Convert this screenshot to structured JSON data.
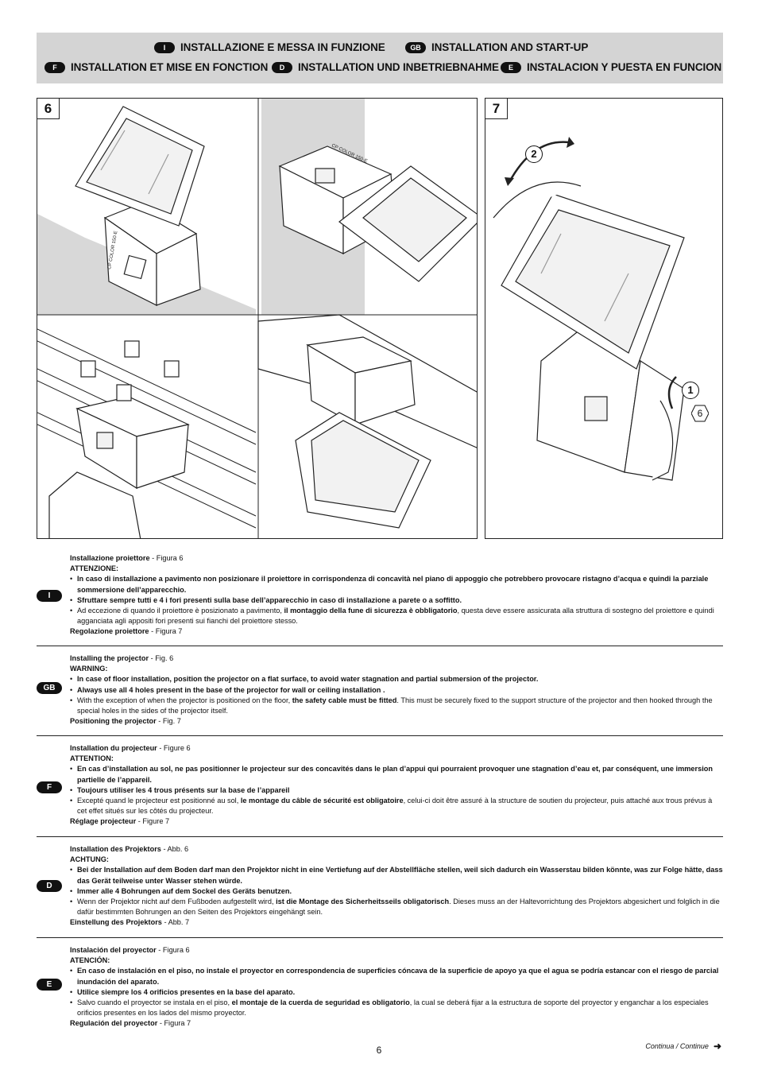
{
  "header": {
    "items": [
      {
        "badge": "I",
        "title": "INSTALLAZIONE E MESSA IN FUNZIONE"
      },
      {
        "badge": "GB",
        "title": "INSTALLATION AND START-UP"
      },
      {
        "badge": "F",
        "title": "INSTALLATION ET MISE EN FONCTION"
      },
      {
        "badge": "D",
        "title": "INSTALLATION UND INBETRIEBNAHME"
      },
      {
        "badge": "E",
        "title": "INSTALACION Y PUESTA EN FUNCION"
      }
    ]
  },
  "figures": {
    "fig6": {
      "number": "6"
    },
    "fig7": {
      "number": "7"
    },
    "panel_label": "CP COLOR 150-E",
    "callouts": [
      "2",
      "1",
      "6"
    ]
  },
  "sections": [
    {
      "lang": "I",
      "title_bold": "Installazione proiettore",
      "title_rest": " - Figura 6",
      "warning": "ATTENZIONE:",
      "bullet1": "In caso di installazione a pavimento non posizionare il proiettore in corrispondenza di concavità nel piano di appoggio che potrebbero provocare ristagno d’acqua e quindi la parziale sommersione dell’apparecchio.",
      "bullet2": "Sfruttare sempre tutti e 4 i fori presenti sulla base dell’apparecchio in caso di installazione a parete o a soffitto.",
      "bullet3_pre": "Ad eccezione di quando il proiettore è posizionato a pavimento, ",
      "bullet3_bold": "il montaggio della fune di sicurezza è obbligatorio",
      "bullet3_post": ", questa deve essere assicurata alla struttura di sostegno del proiettore e quindi agganciata agli appositi fori presenti sui fianchi del proiettore stesso.",
      "footer_bold": "Regolazione proiettore",
      "footer_rest": " - Figura 7"
    },
    {
      "lang": "GB",
      "title_bold": "Installing the projector",
      "title_rest": " - Fig. 6",
      "warning": "WARNING:",
      "bullet1": "In case of floor installation, position the projector on a flat surface, to avoid water stagnation and partial submersion of the projector.",
      "bullet2": "Always use all 4 holes present in the base of the projector for wall or ceiling installation .",
      "bullet3_pre": "With the exception of when the projector is positioned on the floor, ",
      "bullet3_bold": "the safety cable must be fitted",
      "bullet3_post": ". This must be securely fixed to the support structure of the projector and then hooked through the special holes in the sides of the projector itself.",
      "footer_bold": "Positioning the projector",
      "footer_rest": " - Fig. 7"
    },
    {
      "lang": "F",
      "title_bold": "Installation du projecteur",
      "title_rest": " - Figure 6",
      "warning": "ATTENTION:",
      "bullet1": "En cas d’installation au sol, ne pas positionner le projecteur sur des concavités dans le plan d’appui qui pourraient provoquer une stagnation d’eau et, par conséquent, une immersion partielle de l’appareil.",
      "bullet2": "Toujours utiliser les 4 trous présents sur la base de l’appareil",
      "bullet3_pre": "Excepté quand le projecteur est positionné au sol, ",
      "bullet3_bold": "le montage du câble de sécurité est obligatoire",
      "bullet3_post": ", celui-ci doit être assuré à la structure de soutien du projecteur, puis attaché aux trous prévus à cet effet situés sur les côtés du projecteur.",
      "footer_bold": "Réglage projecteur",
      "footer_rest": " - Figure 7"
    },
    {
      "lang": "D",
      "title_bold": "Installation des Projektors",
      "title_rest": " - Abb. 6",
      "warning": "ACHTUNG:",
      "bullet1": "Bei der Installation auf dem Boden darf man den Projektor nicht in eine Vertiefung auf der Abstellfläche stellen, weil sich dadurch ein Wasserstau bilden könnte, was zur Folge hätte, dass das Gerät teilweise unter Wasser stehen würde.",
      "bullet2": "Immer alle 4 Bohrungen auf dem Sockel des Geräts benutzen.",
      "bullet3_pre": "Wenn der Projektor nicht auf dem Fußboden aufgestellt wird, ",
      "bullet3_bold": "ist die Montage des Sicherheitsseils obligatorisch",
      "bullet3_post": ". Dieses muss an der Haltevorrichtung des Projektors abgesichert und folglich in die dafür bestimmten Bohrungen an den Seiten des Projektors eingehängt sein.",
      "footer_bold": "Einstellung des Projektors",
      "footer_rest": " - Abb. 7"
    },
    {
      "lang": "E",
      "title_bold": "Instalación del proyector",
      "title_rest": " - Figura 6",
      "warning": "ATENCIÓN:",
      "bullet1": "En caso de instalación en el piso, no instale el proyector en correspondencia de superficies cóncava de la superficie de apoyo ya que el agua se podría estancar con el riesgo de parcial inundación del aparato.",
      "bullet2": "Utilice siempre los 4 orificios presentes en la base del aparato.",
      "bullet3_pre": "Salvo cuando el proyector se instala en el piso, ",
      "bullet3_bold": "el montaje de la cuerda de seguridad es obligatorio",
      "bullet3_post": ", la cual se deberá fijar a la estructura de soporte del proyector y enganchar a los especiales orificios presentes en los lados del mismo proyector.",
      "footer_bold": "Regulación del proyector",
      "footer_rest": " - Figura 7"
    }
  ],
  "footer": {
    "page_number": "6",
    "continue": "Continua / Continue"
  }
}
